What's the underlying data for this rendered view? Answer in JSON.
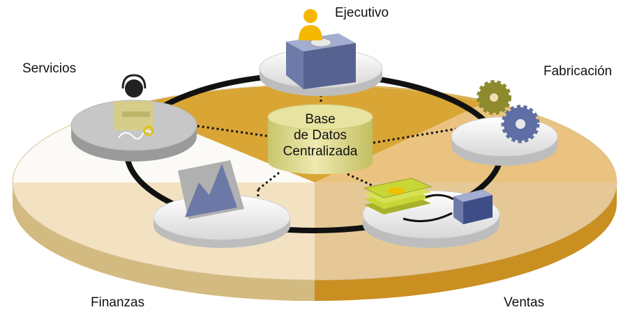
{
  "labels": {
    "top": "Ejecutivo",
    "left": "Servicios",
    "right": "Fabricación",
    "bottom_left": "Finanzas",
    "bottom_right": "Ventas"
  },
  "center": {
    "line1": "Base",
    "line2": "de Datos",
    "line3": "Centralizada"
  },
  "colors": {
    "ring_dark": "#d9a534",
    "ring_mid": "#e8c27a",
    "ring_light": "#f2dcae",
    "database": "#dedb8c",
    "box": "#6e7aa8",
    "gear_olive": "#8e8a2e",
    "gear_blue": "#5f6fa5",
    "money": "#c8d636"
  }
}
